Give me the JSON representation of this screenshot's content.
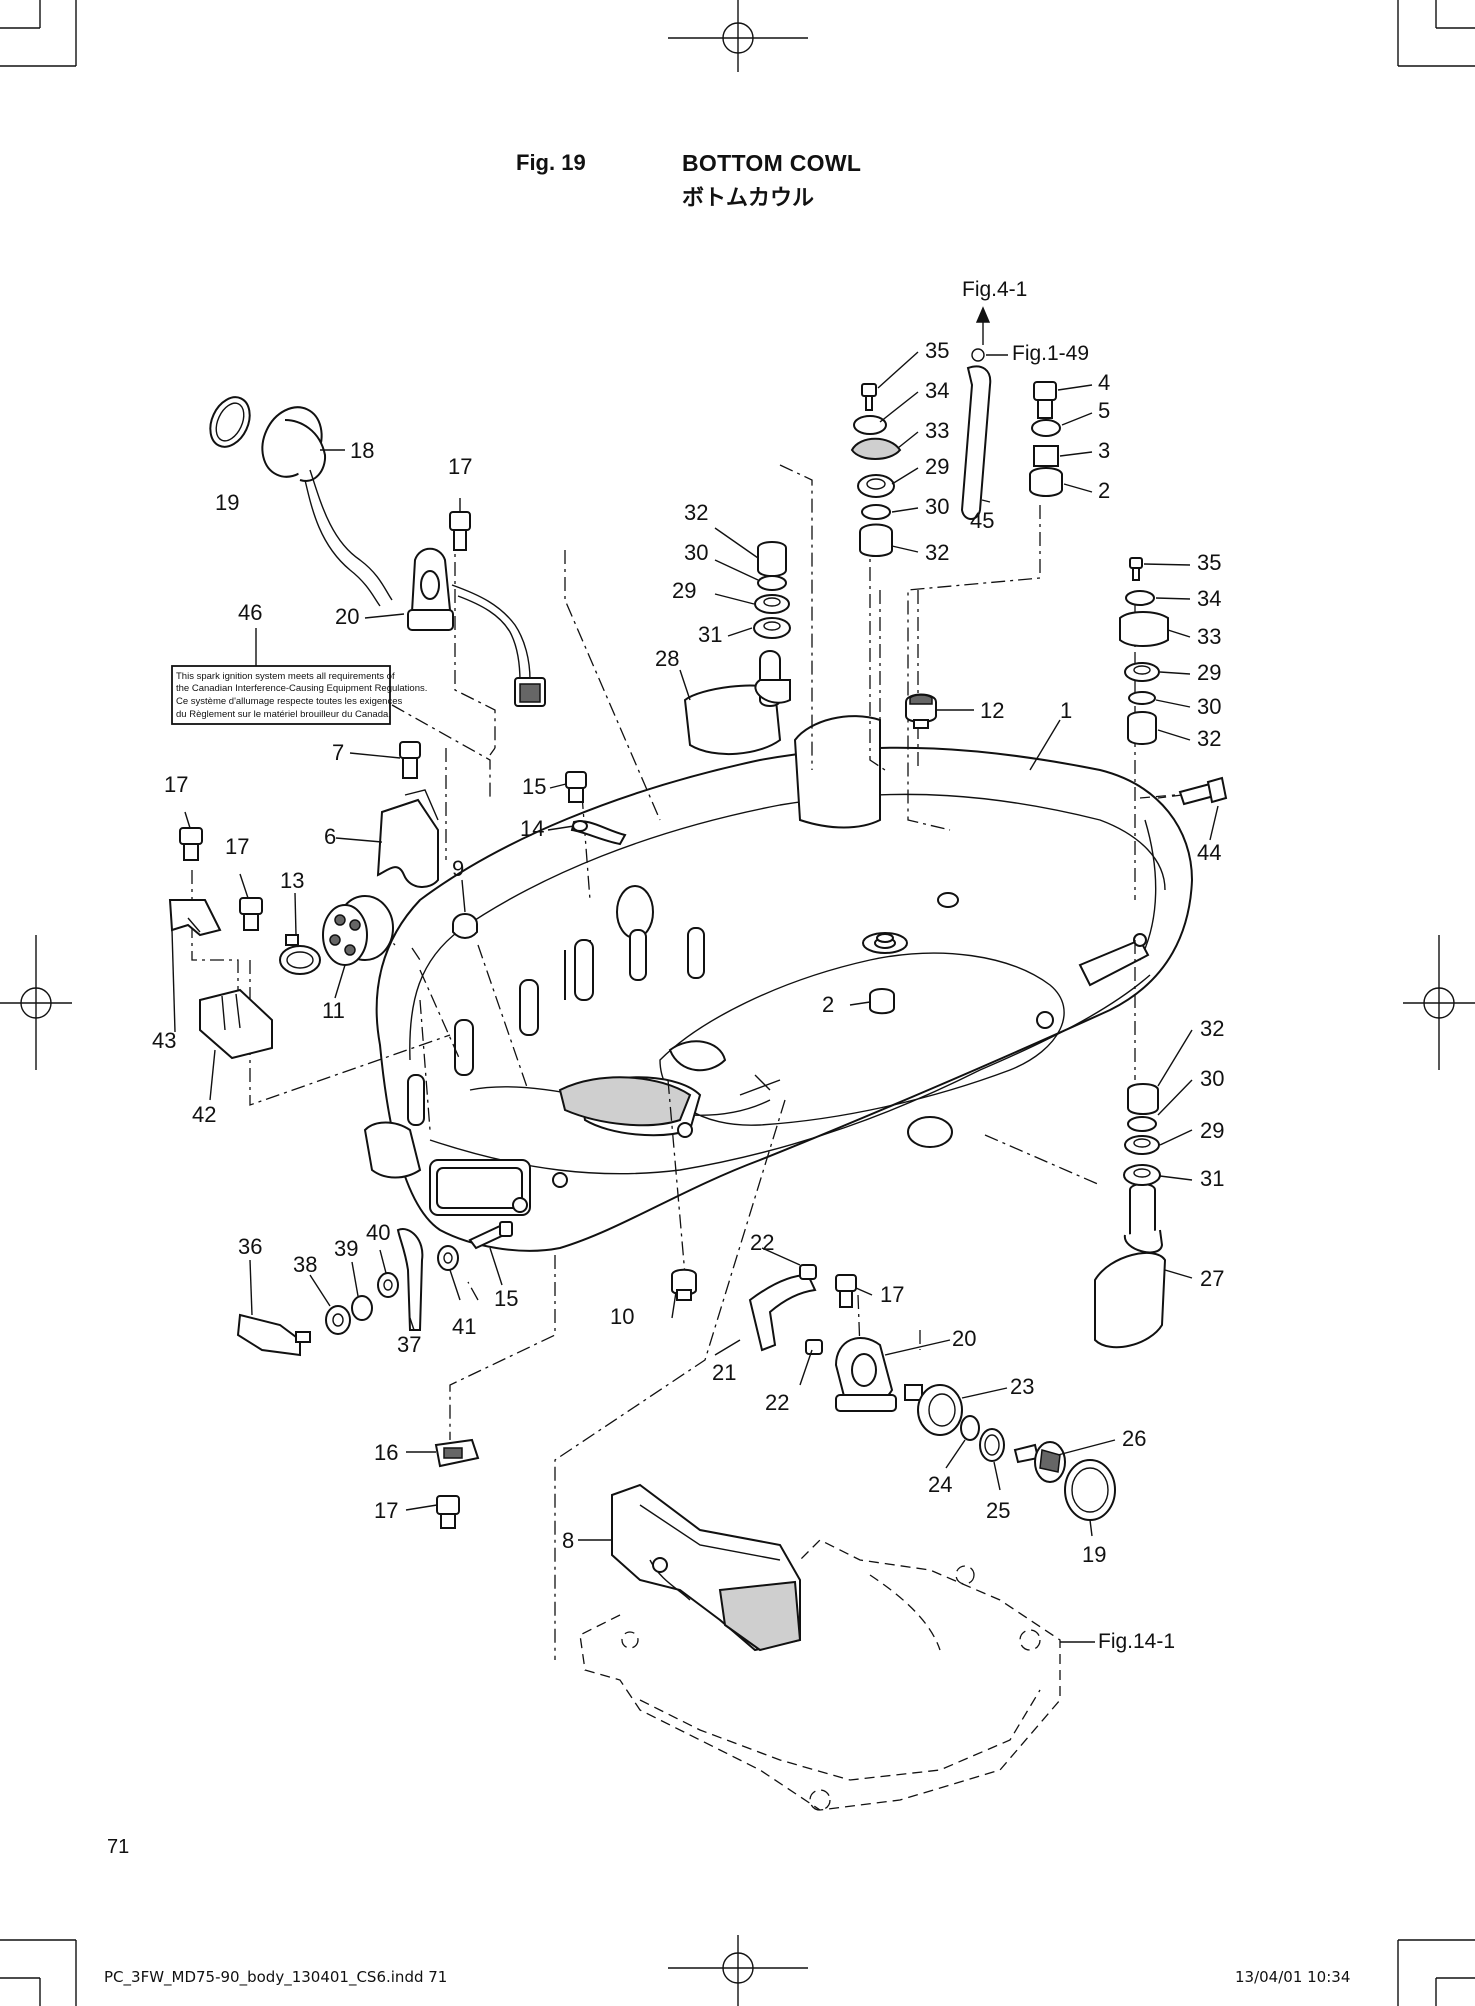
{
  "header": {
    "fig_number": "Fig. 19",
    "title": "BOTTOM COWL",
    "title_jp": "ボトムカウル"
  },
  "figure_refs": {
    "fig4": "Fig.4-1",
    "fig1": "Fig.1-49",
    "fig14": "Fig.14-1"
  },
  "callouts": [
    "35",
    "34",
    "33",
    "29",
    "30",
    "32",
    "45",
    "4",
    "5",
    "3",
    "2",
    "18",
    "19",
    "17",
    "32",
    "30",
    "29",
    "31",
    "28",
    "35",
    "34",
    "33",
    "29",
    "30",
    "32",
    "12",
    "1",
    "46",
    "20",
    "7",
    "6",
    "15",
    "14",
    "44",
    "17",
    "17",
    "13",
    "9",
    "11",
    "43",
    "42",
    "2",
    "32",
    "30",
    "29",
    "31",
    "27",
    "36",
    "38",
    "39",
    "40",
    "15",
    "41",
    "37",
    "22",
    "17",
    "10",
    "21",
    "20",
    "22",
    "23",
    "26",
    "24",
    "25",
    "19",
    "16",
    "17",
    "8"
  ],
  "warning_label": {
    "line1": "This spark ignition system meets all requirements of",
    "line2": "the Canadian Interference-Causing Equipment Regulations.",
    "line3": "Ce système d'allumage respecte toutes les exigences",
    "line4": "du Règlement sur le matériel brouilleur du Canada."
  },
  "footer": {
    "page_number": "71",
    "file": "PC_3FW_MD75-90_body_130401_CS6.indd   71",
    "date": "13/04/01   10:34"
  }
}
